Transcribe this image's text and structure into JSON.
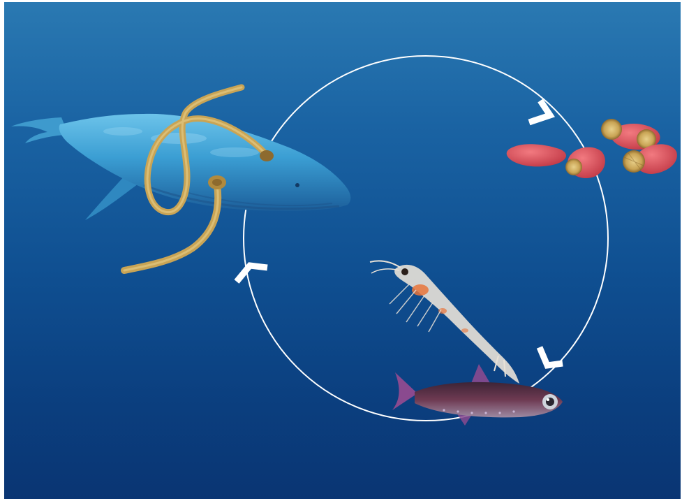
{
  "diagram": {
    "title": "",
    "nodes": [
      {
        "id": "whale",
        "label": "",
        "icon": "whale-with-parasites-icon"
      },
      {
        "id": "organs",
        "label": "",
        "icon": "infected-tissue-icon"
      },
      {
        "id": "fish",
        "label": "",
        "icon": "lanternfish-icon"
      },
      {
        "id": "krill",
        "label": "",
        "icon": "krill-icon"
      }
    ],
    "cycle_direction": "clockwise",
    "colors": {
      "water_top": "#2a79b2",
      "water_bottom": "#0a3573",
      "cycle_line": "#ffffff",
      "whale_body": "#3b9ed3",
      "parasite": "#c9a455",
      "tissue": "#e0575f",
      "fish_body": "#5b2f45",
      "krill": "#e9e2d8"
    }
  }
}
